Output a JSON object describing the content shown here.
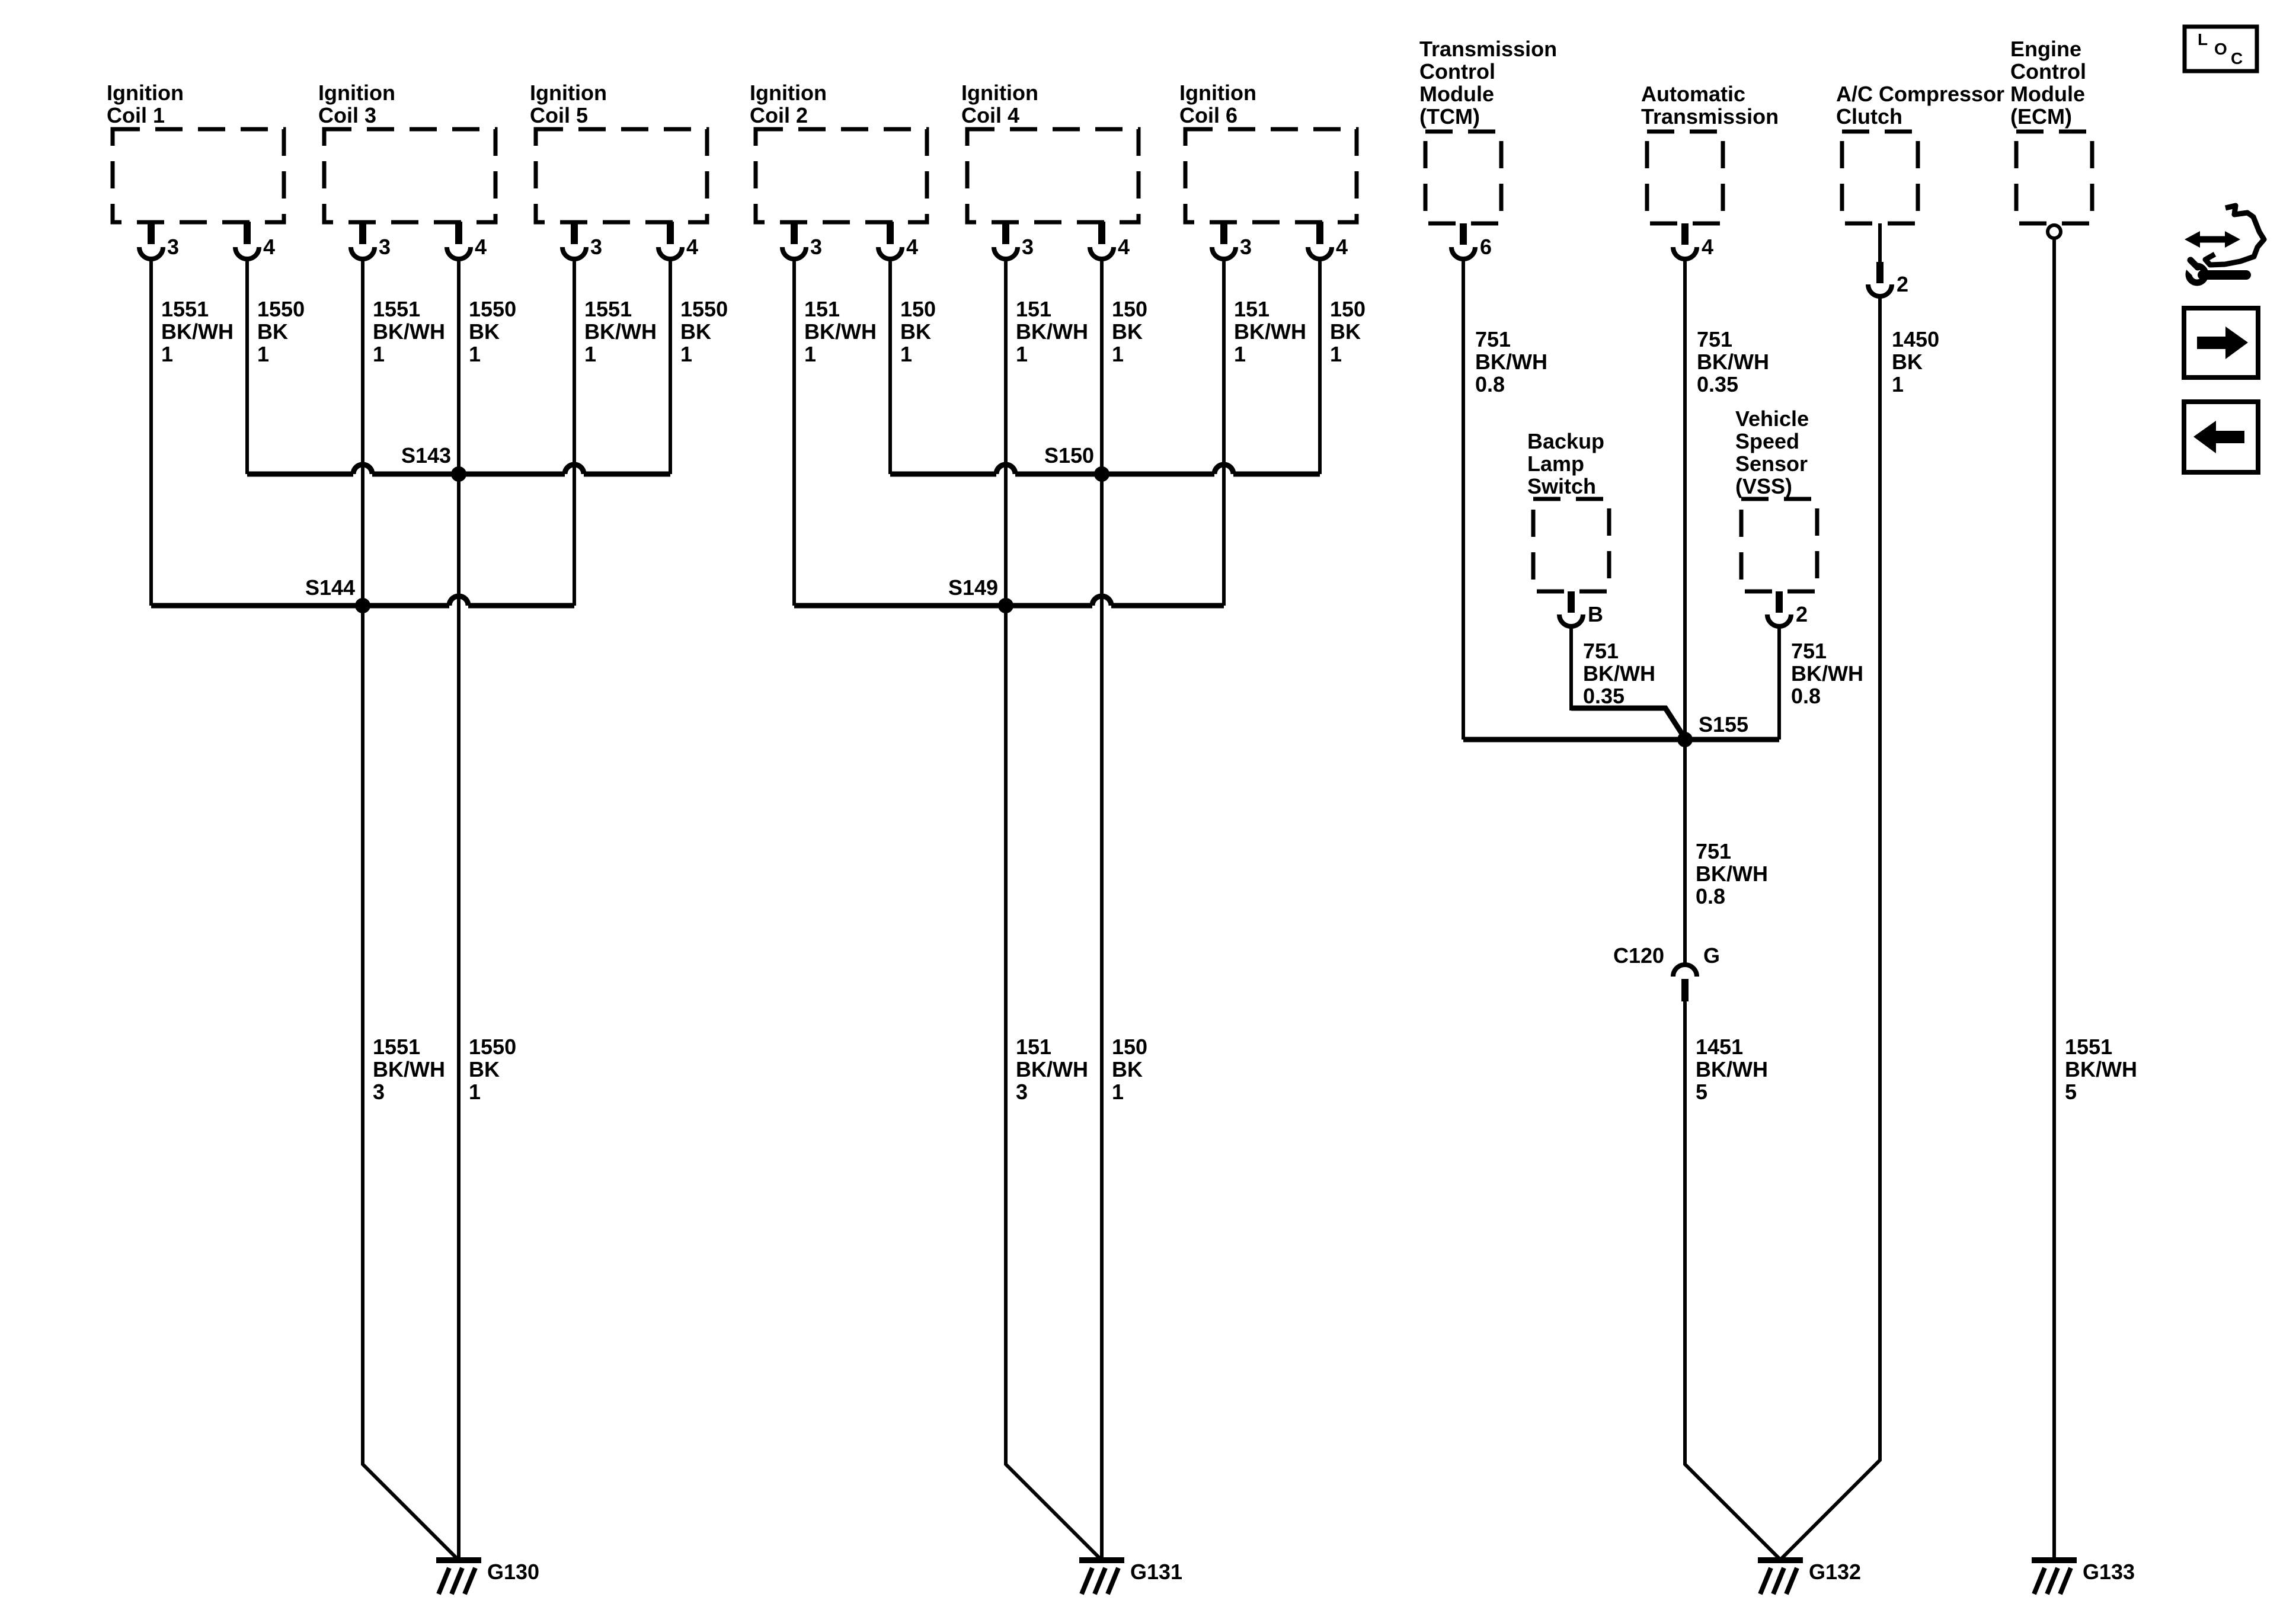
{
  "diagram": {
    "colors": {
      "background": "#ffffff",
      "ink": "#000000"
    },
    "components": {
      "coil1": {
        "title": [
          "Ignition",
          "Coil 1"
        ],
        "pin3": "3",
        "pin4": "4"
      },
      "coil3": {
        "title": [
          "Ignition",
          "Coil 3"
        ],
        "pin3": "3",
        "pin4": "4"
      },
      "coil5": {
        "title": [
          "Ignition",
          "Coil 5"
        ],
        "pin3": "3",
        "pin4": "4"
      },
      "coil2": {
        "title": [
          "Ignition",
          "Coil 2"
        ],
        "pin3": "3",
        "pin4": "4"
      },
      "coil4": {
        "title": [
          "Ignition",
          "Coil 4"
        ],
        "pin3": "3",
        "pin4": "4"
      },
      "coil6": {
        "title": [
          "Ignition",
          "Coil 6"
        ],
        "pin3": "3",
        "pin4": "4"
      },
      "tcm": {
        "title": [
          "Transmission",
          "Control",
          "Module",
          "(TCM)"
        ],
        "pin": "6"
      },
      "auto_trans": {
        "title": [
          "Automatic",
          "Transmission"
        ],
        "pin": "4"
      },
      "ac_clutch": {
        "title": [
          "A/C Compressor",
          "Clutch"
        ],
        "pin": "2"
      },
      "ecm": {
        "title": [
          "Engine",
          "Control",
          "Module",
          "(ECM)"
        ]
      },
      "backup_lamp_switch": {
        "title": [
          "Backup",
          "Lamp",
          "Switch"
        ],
        "pin": "B"
      },
      "vss": {
        "title": [
          "Vehicle",
          "Speed",
          "Sensor",
          "(VSS)"
        ],
        "pin": "2"
      }
    },
    "wire_labels": {
      "coil1_p3": [
        "1551",
        "BK/WH",
        "1"
      ],
      "coil1_p4": [
        "1550",
        "BK",
        "1"
      ],
      "coil3_p3": [
        "1551",
        "BK/WH",
        "1"
      ],
      "coil3_p4": [
        "1550",
        "BK",
        "1"
      ],
      "coil5_p3": [
        "1551",
        "BK/WH",
        "1"
      ],
      "coil5_p4": [
        "1550",
        "BK",
        "1"
      ],
      "coil2_p3": [
        "151",
        "BK/WH",
        "1"
      ],
      "coil2_p4": [
        "150",
        "BK",
        "1"
      ],
      "coil4_p3": [
        "151",
        "BK/WH",
        "1"
      ],
      "coil4_p4": [
        "150",
        "BK",
        "1"
      ],
      "coil6_p3": [
        "151",
        "BK/WH",
        "1"
      ],
      "coil6_p4": [
        "150",
        "BK",
        "1"
      ],
      "tcm_out": [
        "751",
        "BK/WH",
        "0.8"
      ],
      "auto_trans_out": [
        "751",
        "BK/WH",
        "0.35"
      ],
      "ac_out": [
        "1450",
        "BK",
        "1"
      ],
      "backup_out": [
        "751",
        "BK/WH",
        "0.35"
      ],
      "vss_out": [
        "751",
        "BK/WH",
        "0.8"
      ],
      "s155_out": [
        "751",
        "BK/WH",
        "0.8"
      ],
      "c120_out": [
        "1451",
        "BK/WH",
        "5"
      ],
      "ecm_out": [
        "1551",
        "BK/WH",
        "5"
      ],
      "g130_bkwh": [
        "1551",
        "BK/WH",
        "3"
      ],
      "g130_bk": [
        "1550",
        "BK",
        "1"
      ],
      "g131_bkwh": [
        "151",
        "BK/WH",
        "3"
      ],
      "g131_bk": [
        "150",
        "BK",
        "1"
      ]
    },
    "splices": {
      "s143": "S143",
      "s144": "S144",
      "s149": "S149",
      "s150": "S150",
      "s155": "S155"
    },
    "connectors": {
      "c120": {
        "label": "C120",
        "pin": "G"
      }
    },
    "grounds": {
      "g130": "G130",
      "g131": "G131",
      "g132": "G132",
      "g133": "G133"
    },
    "sidebar": {
      "loc_letters": [
        "L",
        "O",
        "C"
      ],
      "icons": [
        "repair-wrench-icon",
        "forward-arrow-icon",
        "back-arrow-icon"
      ]
    }
  }
}
